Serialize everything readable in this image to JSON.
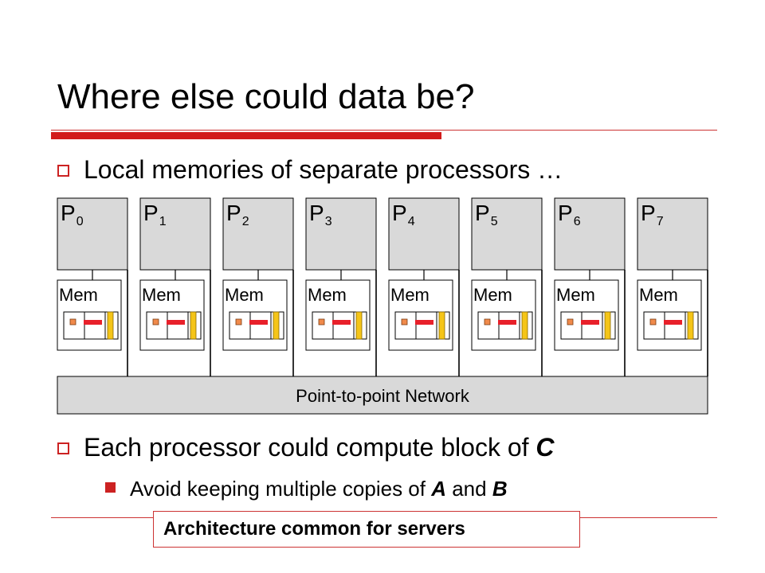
{
  "slide": {
    "title": "Where else could data be?",
    "bullets": [
      {
        "text": "Local memories of separate processors …"
      },
      {
        "parts": [
          "Each processor could compute block of ",
          "C"
        ]
      },
      {
        "parts": [
          "Avoid keeping multiple copies of ",
          "A",
          " and ",
          "B"
        ]
      }
    ],
    "callout": "Architecture common for servers"
  },
  "diagram": {
    "processors": [
      {
        "label": "P",
        "sub": "0"
      },
      {
        "label": "P",
        "sub": "1"
      },
      {
        "label": "P",
        "sub": "2"
      },
      {
        "label": "P",
        "sub": "3"
      },
      {
        "label": "P",
        "sub": "4"
      },
      {
        "label": "P",
        "sub": "5"
      },
      {
        "label": "P",
        "sub": "6"
      },
      {
        "label": "P",
        "sub": "7"
      }
    ],
    "memory_label": "Mem",
    "network_label": "Point-to-point Network",
    "colors": {
      "processor_fill": "#d9d9d9",
      "network_fill": "#d9d9d9",
      "accent_red": "#e8202a",
      "accent_orange": "#f08a4b",
      "accent_yellow": "#f5c518"
    }
  }
}
